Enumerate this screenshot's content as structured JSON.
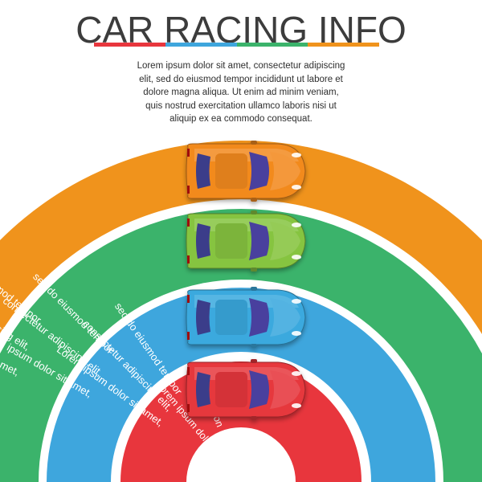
{
  "title": "CAR RACING INFO",
  "title_bar_colors": [
    "#e8363d",
    "#3ea6dd",
    "#3bb36b",
    "#f0931c"
  ],
  "intro_lines": [
    "Lorem ipsum dolor sit amet, consectetur adipiscing",
    "elit, sed do eiusmod tempor incididunt ut labore et",
    "dolore magna aliqua. Ut enim ad minim veniam,",
    "quis nostrud exercitation ullamco laboris nisi ut",
    "aliquip ex ea commodo consequat."
  ],
  "bands": [
    {
      "name": "orange",
      "color": "#f0931c",
      "car_color": "#f28a1f",
      "lines": [
        "Lorem ipsum dolor sit amet,",
        "consectetur adipiscing elit,",
        "sed do eiusmod tempor"
      ]
    },
    {
      "name": "green",
      "color": "#3bb36b",
      "car_color": "#86c440",
      "lines": [
        "Lorem ipsum dolor sit amet,",
        "consectetur adipiscing elit,",
        "sed do eiusmod tempor"
      ]
    },
    {
      "name": "blue",
      "color": "#3ea6dd",
      "car_color": "#3aa9de",
      "lines": [
        "Lorem ipsum dolor sit amet,",
        "consectetur adipiscing elit,",
        "sed do eiusmod tempor"
      ]
    },
    {
      "name": "red",
      "color": "#e8363d",
      "car_color": "#e6373d",
      "lines": [
        "Lorem ipsum dolor",
        "sit amet, con",
        "adipiscing"
      ]
    }
  ]
}
